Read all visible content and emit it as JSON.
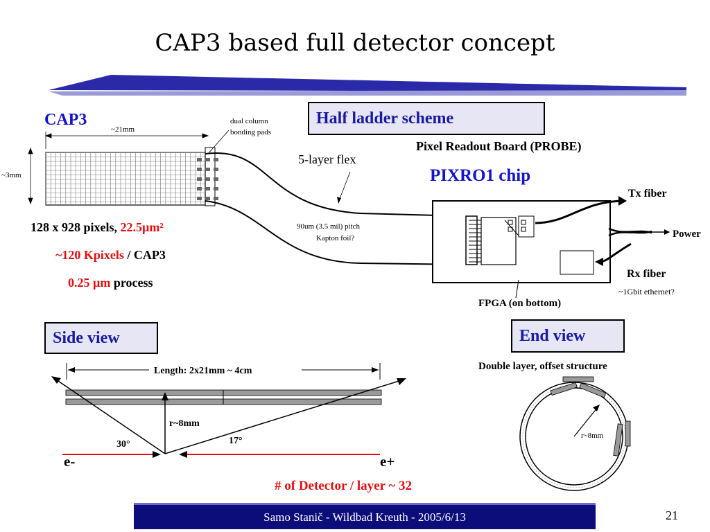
{
  "title": "CAP3 based full detector concept",
  "colors": {
    "accent_blue": "#1414c8",
    "highlight_red": "#e01010",
    "label_box_bg": "#e6e6f5",
    "footer_bg": "#0c0c7a"
  },
  "half_ladder": {
    "box_label": "Half ladder scheme",
    "cap3_label": "CAP3",
    "width_dim": "~21mm",
    "height_dim": "~3mm",
    "pad_label_line1": "dual column",
    "pad_label_line2": "bonding pads",
    "flex_label": "5-layer flex",
    "foil_line1": "90um (3.5 mil) pitch",
    "foil_line2": "Kapton foil?",
    "probe_label": "Pixel Readout Board (PROBE)",
    "chip_label": "PIXRO1 chip",
    "tx_label": "Tx fiber",
    "power_label": "Power",
    "rx_label": "Rx fiber",
    "ethernet_label": "~1Gbit ethernet?",
    "fpga_label": "FPGA (on bottom)",
    "specs": {
      "pixels_prefix": "128 x 928 pixels, ",
      "pixels_size": "22.5µm²",
      "kpixels_red": "~120 Kpixels",
      "kpixels_rest": " / CAP3",
      "process_red": "0.25 µm",
      "process_rest": " process"
    }
  },
  "side_view": {
    "box_label": "Side view",
    "length_label": "Length: 2x21mm ~ 4cm",
    "radius_label": "r~8mm",
    "angle_left": "30°",
    "angle_right": "17°",
    "electron_label": "e-",
    "positron_label": "e+",
    "detector_count": "# of Detector / layer ~ 32"
  },
  "end_view": {
    "box_label": "End view",
    "caption": "Double layer, offset structure",
    "radius_label": "r~8mm"
  },
  "footer": {
    "text": "Samo Stanič - Wildbad Kreuth - 2005/6/13",
    "page_number": "21"
  }
}
